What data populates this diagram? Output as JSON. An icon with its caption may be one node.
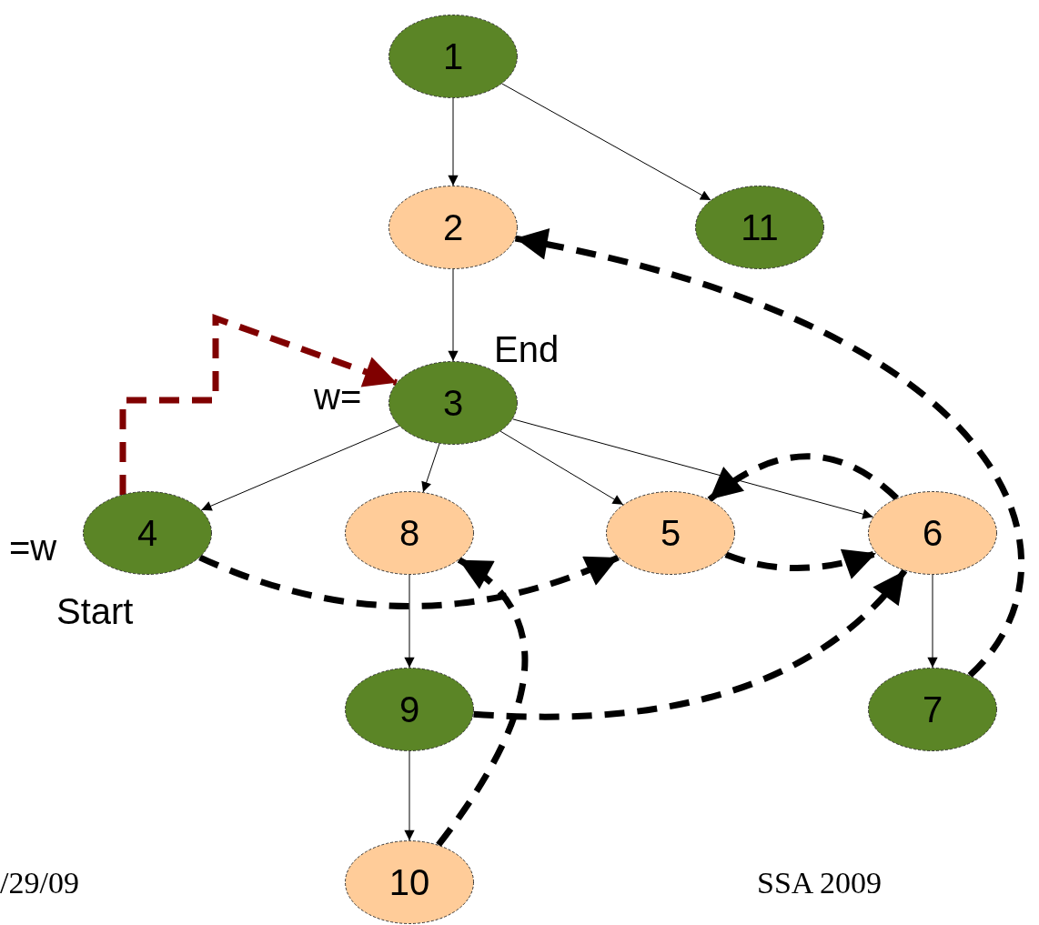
{
  "diagram": {
    "nodes": [
      {
        "text": [
          "1"
        ]
      },
      {
        "text": [
          "2"
        ]
      },
      {
        "text": [
          "11"
        ]
      },
      {
        "text": [
          "3"
        ],
        "beside": [
          "End",
          "w="
        ]
      },
      {
        "text": [
          "4"
        ],
        "beside": [
          "=w",
          "Start"
        ]
      },
      {
        "text": [
          "8"
        ]
      },
      {
        "text": [
          "5"
        ]
      },
      {
        "text": [
          "6"
        ]
      },
      {
        "text": [
          "9"
        ]
      },
      {
        "text": [
          "7"
        ]
      },
      {
        "text": [
          "10"
        ]
      }
    ],
    "edges": [
      {
        "from": 0,
        "to": 1,
        "arrow": "to"
      },
      {
        "from": 0,
        "to": 2,
        "arrow": "to"
      },
      {
        "from": 1,
        "to": 3,
        "arrow": "to"
      },
      {
        "from": 3,
        "to": 4,
        "arrow": "to"
      },
      {
        "from": 3,
        "to": 5,
        "arrow": "to"
      },
      {
        "from": 3,
        "to": 6,
        "arrow": "to"
      },
      {
        "from": 3,
        "to": 7,
        "arrow": "to"
      },
      {
        "from": 5,
        "to": 8,
        "arrow": "to"
      },
      {
        "from": 8,
        "to": 10,
        "arrow": "to"
      },
      {
        "from": 7,
        "to": 9,
        "arrow": "to"
      },
      {
        "from": 4,
        "to": 3,
        "arrow": "to",
        "style": "dashed",
        "color": "#800000"
      },
      {
        "from": 4,
        "to": 6,
        "arrow": "to",
        "style": "dashed"
      },
      {
        "from": 6,
        "to": 7,
        "arrow": "to",
        "style": "dashed"
      },
      {
        "from": 7,
        "to": 6,
        "arrow": "to",
        "style": "dashed"
      },
      {
        "from": 8,
        "to": 7,
        "arrow": "to",
        "style": "dashed"
      },
      {
        "from": 10,
        "to": 5,
        "arrow": "to",
        "style": "dashed"
      },
      {
        "from": 9,
        "to": 1,
        "arrow": "to",
        "style": "dashed"
      }
    ],
    "labels": [
      "/29/09",
      "SSA 2009"
    ]
  }
}
